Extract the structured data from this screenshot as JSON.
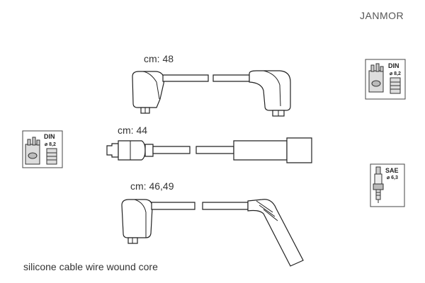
{
  "brand": "JANMOR",
  "cables": [
    {
      "length_label": "cm: 48"
    },
    {
      "length_label": "cm: 44"
    },
    {
      "length_label": "cm: 46,49"
    }
  ],
  "connectors": {
    "din_right": {
      "standard": "DIN",
      "size": "⌀ 8,2"
    },
    "din_left": {
      "standard": "DIN",
      "size": "⌀ 8,2"
    },
    "sae_right": {
      "standard": "SAE",
      "size": "⌀ 6,3"
    }
  },
  "footer_text": "silicone cable wire wound core"
}
